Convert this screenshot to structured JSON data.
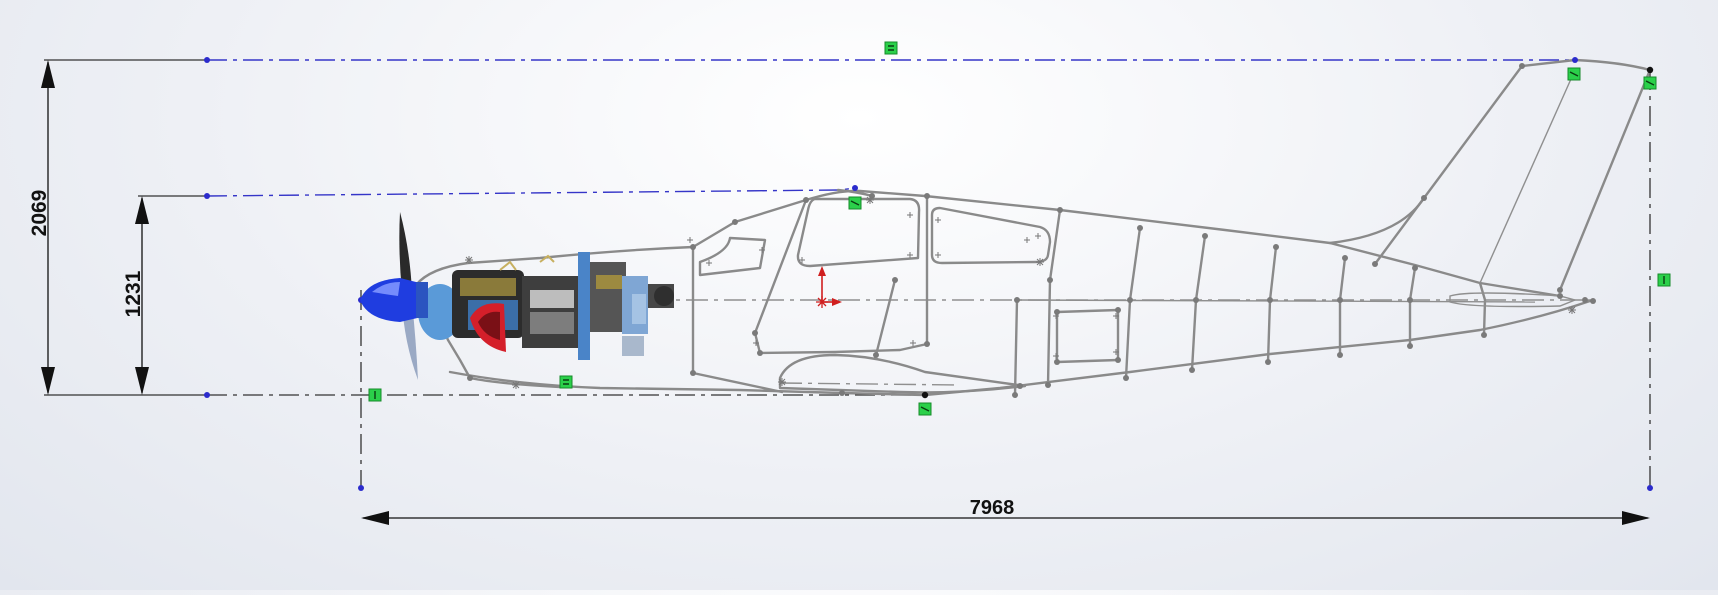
{
  "dimensions": {
    "overall_height": "2069",
    "cabin_height": "1231",
    "overall_length": "7968"
  },
  "relations": {
    "top_horizontal": "horizontal-relation",
    "bottom_horizontal": "horizontal-relation",
    "left_vertical": "vertical-relation",
    "right_vertical": "vertical-relation",
    "coincident": "coincident-relation"
  },
  "colors": {
    "sketch_line": "#8a8a8a",
    "construction_line": "#3535c8",
    "relation_badge": "#2bd04a",
    "origin": "#d01f1f",
    "spinner": "#1f3de0"
  },
  "icons": {
    "origin": "origin-icon",
    "engine": "engine-image",
    "propeller": "propeller-icon"
  }
}
